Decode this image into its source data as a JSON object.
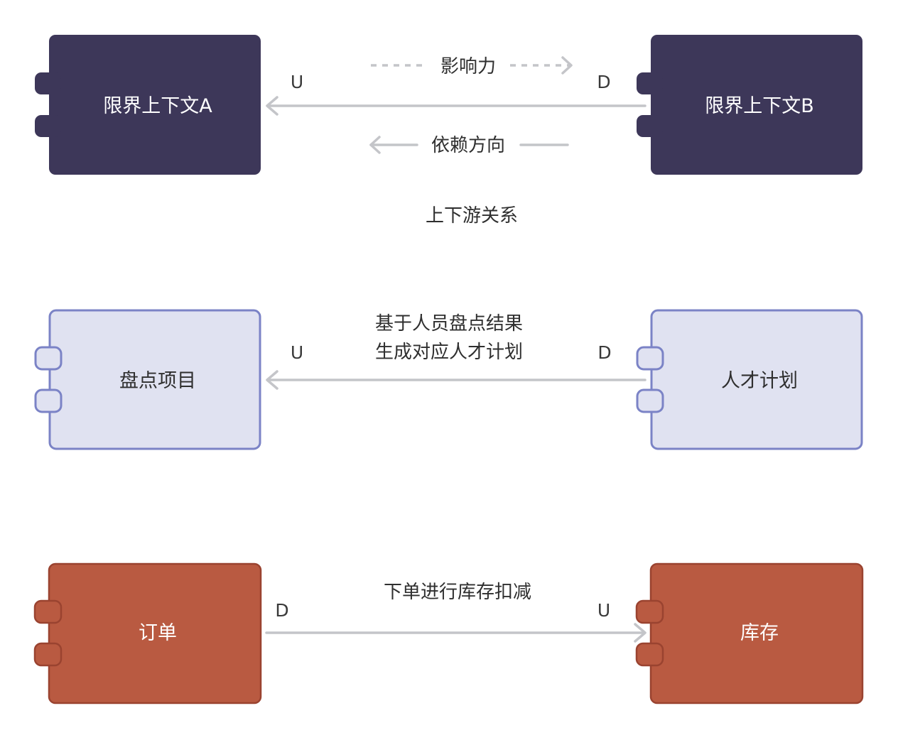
{
  "colors": {
    "dark_box": "#3d3759",
    "light_box_fill": "#e0e2f1",
    "light_box_stroke": "#7b83c6",
    "red_box": "#b95a41",
    "red_box_stroke": "#9a4330",
    "arrow": "#c4c5c9"
  },
  "row1": {
    "left_box": "限界上下文A",
    "right_box": "限界上下文B",
    "left_end": "U",
    "right_end": "D",
    "influence_label": "影响力",
    "dependency_label": "依赖方向",
    "caption": "上下游关系"
  },
  "row2": {
    "left_box": "盘点项目",
    "right_box": "人才计划",
    "left_end": "U",
    "right_end": "D",
    "label_line1": "基于人员盘点结果",
    "label_line2": "生成对应人才计划"
  },
  "row3": {
    "left_box": "订单",
    "right_box": "库存",
    "left_end": "D",
    "right_end": "U",
    "label": "下单进行库存扣减"
  }
}
